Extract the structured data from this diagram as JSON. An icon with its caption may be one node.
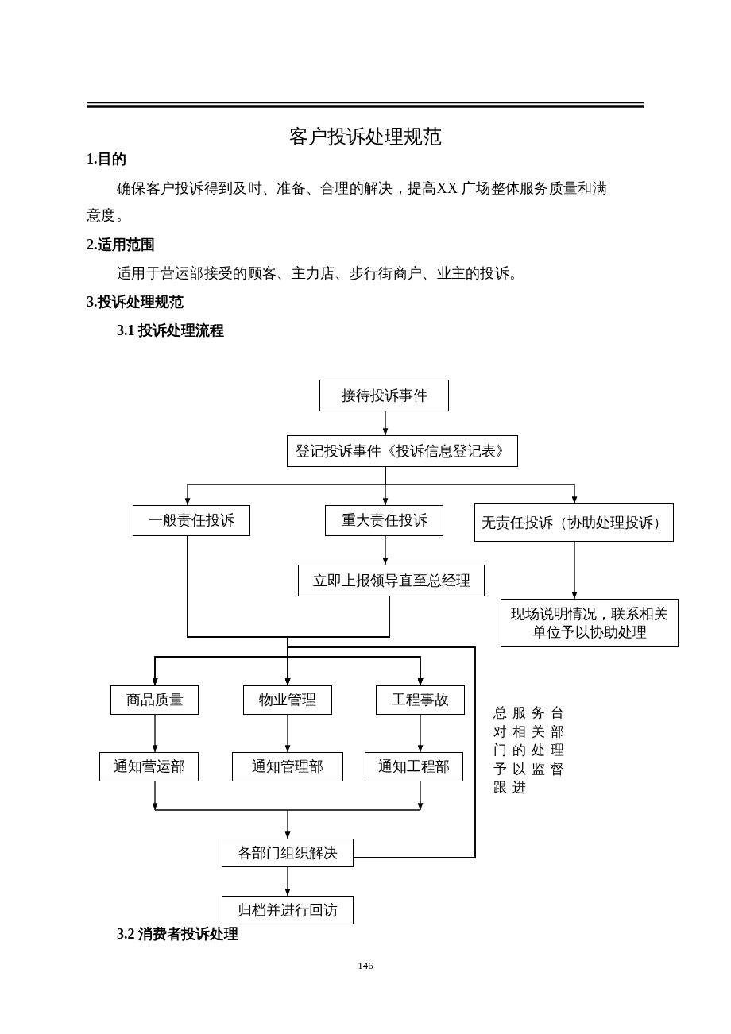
{
  "diagram": {
    "title": "客户投诉处理规范",
    "nodes": [
      {
        "text": [
          "接待投诉事件"
        ]
      },
      {
        "text": [
          "登记投诉事件《投诉信息登记表》"
        ]
      },
      {
        "text": [
          "一般责任投诉"
        ]
      },
      {
        "text": [
          "重大责任投诉"
        ]
      },
      {
        "text": [
          "无责任投诉（协助处理投诉）"
        ]
      },
      {
        "text": [
          "立即上报领导直至总经理"
        ]
      },
      {
        "text": [
          "现场说明情况，联系相关单位予以协助处理"
        ]
      },
      {
        "text": [
          "商品质量"
        ]
      },
      {
        "text": [
          "物业管理"
        ]
      },
      {
        "text": [
          "工程事故"
        ]
      },
      {
        "text": [
          "通知营运部"
        ]
      },
      {
        "text": [
          "通知管理部"
        ]
      },
      {
        "text": [
          "通知工程部"
        ]
      },
      {
        "text": [
          "各部门组织解决"
        ]
      },
      {
        "text": [
          "归档并进行回访"
        ]
      }
    ],
    "edges": [
      {
        "from": 0,
        "to": 1,
        "arrow": "to"
      },
      {
        "from": 1,
        "to": 2,
        "arrow": "to"
      },
      {
        "from": 1,
        "to": 3,
        "arrow": "to"
      },
      {
        "from": 1,
        "to": 4,
        "arrow": "to"
      },
      {
        "from": 3,
        "to": 5,
        "arrow": "to"
      },
      {
        "from": 4,
        "to": 6,
        "arrow": "to"
      },
      {
        "from": 2,
        "to": 7,
        "arrow": "to"
      },
      {
        "from": 2,
        "to": 8,
        "arrow": "to"
      },
      {
        "from": 2,
        "to": 9,
        "arrow": "to"
      },
      {
        "from": 5,
        "to": 7,
        "arrow": "to"
      },
      {
        "from": 5,
        "to": 8,
        "arrow": "to"
      },
      {
        "from": 5,
        "to": 9,
        "arrow": "to"
      },
      {
        "from": 13,
        "to": 7,
        "arrow": "to"
      },
      {
        "from": 13,
        "to": 8,
        "arrow": "to"
      },
      {
        "from": 13,
        "to": 9,
        "arrow": "to"
      },
      {
        "from": 7,
        "to": 10,
        "arrow": "to"
      },
      {
        "from": 8,
        "to": 11,
        "arrow": "to"
      },
      {
        "from": 9,
        "to": 12,
        "arrow": "to"
      },
      {
        "from": 10,
        "to": 13,
        "arrow": "to"
      },
      {
        "from": 12,
        "to": 13,
        "arrow": "to"
      },
      {
        "from": 13,
        "to": 14,
        "arrow": "to"
      }
    ],
    "labels": [
      "1.目的",
      "确保客户投诉得到及时、准备、合理的解决，提高XX 广场整体服务质量和满意度。",
      "2.适用范围",
      "适用于营运部接受的顾客、主力店、步行街商户、业主的投诉。",
      "3.投诉处理规范",
      "3.1 投诉处理流程",
      "总服务台对相关部门的处理予以监督跟进",
      "3.2 消费者投诉处理",
      "146"
    ]
  }
}
